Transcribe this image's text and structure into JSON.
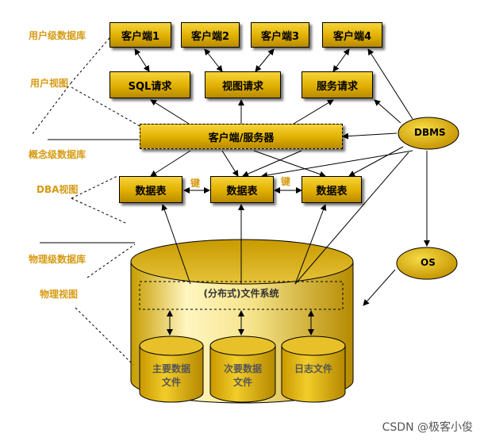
{
  "levels": {
    "user_db": "用户级数据库",
    "user_view": "用户视图",
    "concept_db": "概念级数据库",
    "dba_view": "DBA视图",
    "physical_db": "物理级数据库",
    "physical_view": "物理视图"
  },
  "clients": [
    "客户端1",
    "客户端2",
    "客户端3",
    "客户端4"
  ],
  "requests": [
    "SQL请求",
    "视图请求",
    "服务请求"
  ],
  "client_server": "客户端/服务器",
  "tables": [
    "数据表",
    "数据表",
    "数据表"
  ],
  "keys": [
    "键",
    "键"
  ],
  "dbms": "DBMS",
  "os": "OS",
  "file_system": "(分布式)文件系统",
  "stores": [
    {
      "line1": "主要数据",
      "line2": "文件"
    },
    {
      "line1": "次要数据",
      "line2": "文件"
    },
    {
      "line1": "日志文件",
      "line2": ""
    }
  ],
  "watermark": "CSDN @极客小俊"
}
